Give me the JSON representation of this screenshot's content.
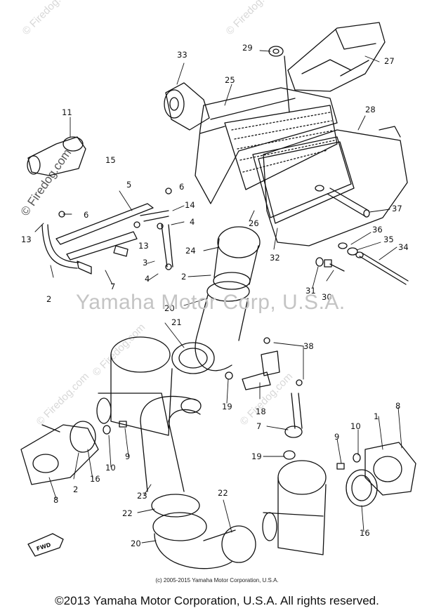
{
  "watermarks": {
    "main": "Yamaha Motor Corp, U.S.A.",
    "firedog": "© Firedog.com"
  },
  "inner_copyright": "(c) 2005-2015 Yamaha Motor Corporation, U.S.A.",
  "footer_copyright": "©2013 Yamaha Motor Corporation, U.S.A. All rights reserved.",
  "front_arrow": "FWD",
  "callouts": [
    "1",
    "2",
    "3",
    "4",
    "5",
    "6",
    "7",
    "8",
    "9",
    "10",
    "11",
    "13",
    "14",
    "15",
    "16",
    "18",
    "19",
    "20",
    "21",
    "22",
    "23",
    "24",
    "25",
    "26",
    "27",
    "28",
    "29",
    "30",
    "31",
    "32",
    "33",
    "34",
    "35",
    "36",
    "37",
    "38"
  ]
}
